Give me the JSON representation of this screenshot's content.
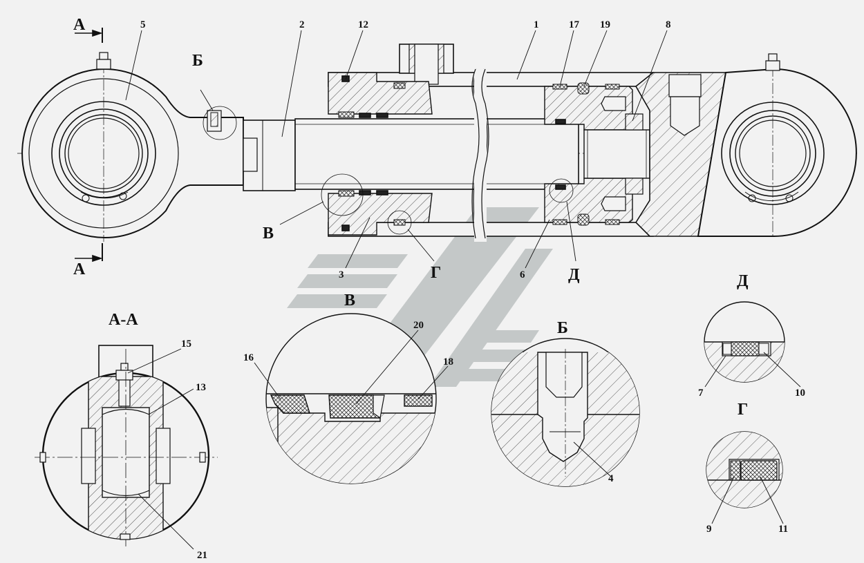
{
  "parts": {
    "p1": "1",
    "p2": "2",
    "p3": "3",
    "p4": "4",
    "p5": "5",
    "p6": "6",
    "p7": "7",
    "p8": "8",
    "p9": "9",
    "p10": "10",
    "p11": "11",
    "p12": "12",
    "p13": "13",
    "p15": "15",
    "p16": "16",
    "p17": "17",
    "p18": "18",
    "p19": "19",
    "p20": "20",
    "p21": "21"
  },
  "views": {
    "section_mark": "А",
    "section_aa": "А-А",
    "detail_b": "Б",
    "detail_v": "В",
    "detail_g": "Г",
    "detail_d": "Д"
  }
}
